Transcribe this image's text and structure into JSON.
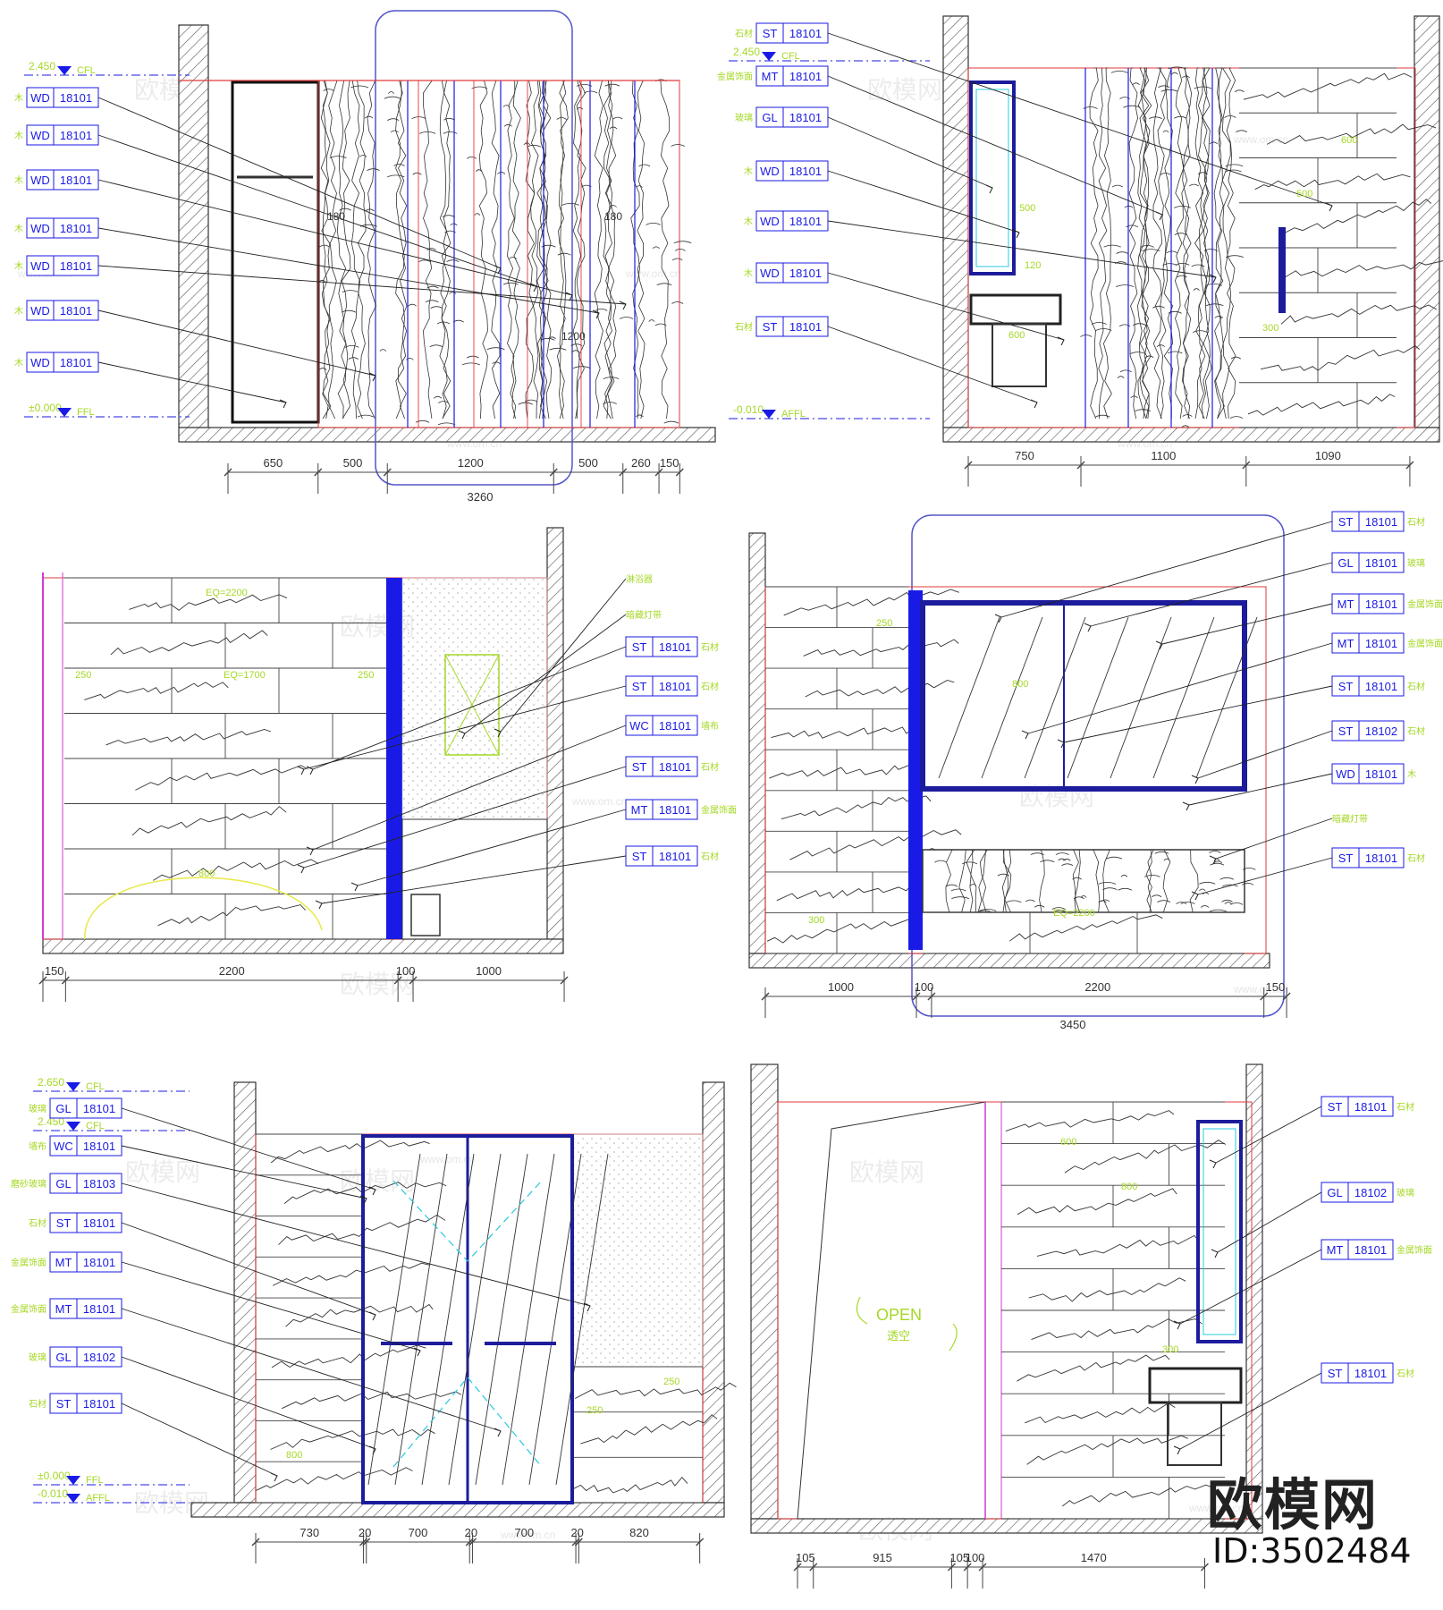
{
  "watermark": {
    "brand": "欧模网",
    "id": "ID:3502484",
    "faint": "欧模网",
    "url": "www.om.cn"
  },
  "colors": {
    "wall": "#333333",
    "red": "#e23a3a",
    "blue": "#1a1ae6",
    "navy": "#1c1c9c",
    "green": "#a6d826",
    "magenta": "#d23ad2",
    "cyan": "#28c8e0",
    "yellow": "#e8e848",
    "grey": "#555555",
    "dim": "#f2a02a"
  },
  "panels": [
    {
      "id": "p1",
      "levels": [
        {
          "value": "2.450",
          "tag": "CFL"
        },
        {
          "value": "±0.000",
          "tag": "FFL"
        }
      ],
      "tags": [
        {
          "prefix": "木",
          "code": "WD",
          "num": "18101",
          "suffix": ""
        },
        {
          "prefix": "木",
          "code": "WD",
          "num": "18101",
          "suffix": ""
        },
        {
          "prefix": "木",
          "code": "WD",
          "num": "18101",
          "suffix": ""
        },
        {
          "prefix": "木",
          "code": "WD",
          "num": "18101",
          "suffix": ""
        },
        {
          "prefix": "木",
          "code": "WD",
          "num": "18101",
          "suffix": ""
        },
        {
          "prefix": "木",
          "code": "WD",
          "num": "18101",
          "suffix": ""
        },
        {
          "prefix": "木",
          "code": "WD",
          "num": "18101",
          "suffix": ""
        }
      ],
      "dims": [
        "650",
        "500",
        "1200",
        "500",
        "260",
        "150"
      ],
      "total": "3260",
      "notes": [
        "180",
        "180",
        "1200"
      ]
    },
    {
      "id": "p2",
      "levels": [
        {
          "value": "2.450",
          "tag": "CFL"
        },
        {
          "value": "-0.010",
          "tag": "AFFL"
        }
      ],
      "tags": [
        {
          "prefix": "石材",
          "code": "ST",
          "num": "18101",
          "suffix": ""
        },
        {
          "prefix": "金属饰面",
          "code": "MT",
          "num": "18101",
          "suffix": ""
        },
        {
          "prefix": "玻璃",
          "code": "GL",
          "num": "18101",
          "suffix": ""
        },
        {
          "prefix": "木",
          "code": "WD",
          "num": "18101",
          "suffix": ""
        },
        {
          "prefix": "木",
          "code": "WD",
          "num": "18101",
          "suffix": ""
        },
        {
          "prefix": "木",
          "code": "WD",
          "num": "18101",
          "suffix": ""
        },
        {
          "prefix": "石材",
          "code": "ST",
          "num": "18101",
          "suffix": ""
        }
      ],
      "dims": [
        "750",
        "1100",
        "1090"
      ],
      "notes": [
        "600",
        "500",
        "500",
        "120",
        "300",
        "600"
      ]
    },
    {
      "id": "p3",
      "tags": [
        {
          "prefix": "",
          "code": "",
          "num": "",
          "suffix": "淋浴器"
        },
        {
          "prefix": "",
          "code": "",
          "num": "",
          "suffix": "暗藏灯带"
        },
        {
          "prefix": "",
          "code": "ST",
          "num": "18101",
          "suffix": "石材"
        },
        {
          "prefix": "",
          "code": "ST",
          "num": "18101",
          "suffix": "石材"
        },
        {
          "prefix": "",
          "code": "WC",
          "num": "18101",
          "suffix": "墙布"
        },
        {
          "prefix": "",
          "code": "ST",
          "num": "18101",
          "suffix": "石材"
        },
        {
          "prefix": "",
          "code": "MT",
          "num": "18101",
          "suffix": "金属饰面"
        },
        {
          "prefix": "",
          "code": "ST",
          "num": "18101",
          "suffix": "石材"
        }
      ],
      "dims": [
        "150",
        "2200",
        "100",
        "1000"
      ],
      "notes": [
        "EQ=2200",
        "250",
        "EQ=1700",
        "250",
        "800"
      ]
    },
    {
      "id": "p4",
      "tags": [
        {
          "prefix": "",
          "code": "ST",
          "num": "18101",
          "suffix": "石材"
        },
        {
          "prefix": "",
          "code": "GL",
          "num": "18101",
          "suffix": "玻璃"
        },
        {
          "prefix": "",
          "code": "MT",
          "num": "18101",
          "suffix": "金属饰面"
        },
        {
          "prefix": "",
          "code": "MT",
          "num": "18101",
          "suffix": "金属饰面"
        },
        {
          "prefix": "",
          "code": "ST",
          "num": "18101",
          "suffix": "石材"
        },
        {
          "prefix": "",
          "code": "ST",
          "num": "18102",
          "suffix": "石材"
        },
        {
          "prefix": "",
          "code": "WD",
          "num": "18101",
          "suffix": "木"
        },
        {
          "prefix": "",
          "code": "",
          "num": "",
          "suffix": "暗藏灯带"
        },
        {
          "prefix": "",
          "code": "ST",
          "num": "18101",
          "suffix": "石材"
        }
      ],
      "dims": [
        "1000",
        "100",
        "2200",
        "150"
      ],
      "total": "3450",
      "notes": [
        "250",
        "800",
        "EQ=2200",
        "300"
      ]
    },
    {
      "id": "p5",
      "levels": [
        {
          "value": "2.650",
          "tag": "CFL"
        },
        {
          "value": "2.450",
          "tag": "CFL"
        },
        {
          "value": "±0.000",
          "tag": "FFL"
        },
        {
          "value": "-0.010",
          "tag": "AFFL"
        }
      ],
      "tags": [
        {
          "prefix": "玻璃",
          "code": "GL",
          "num": "18101",
          "suffix": ""
        },
        {
          "prefix": "墙布",
          "code": "WC",
          "num": "18101",
          "suffix": ""
        },
        {
          "prefix": "磨砂玻璃",
          "code": "GL",
          "num": "18103",
          "suffix": ""
        },
        {
          "prefix": "石材",
          "code": "ST",
          "num": "18101",
          "suffix": ""
        },
        {
          "prefix": "金属饰面",
          "code": "MT",
          "num": "18101",
          "suffix": ""
        },
        {
          "prefix": "金属饰面",
          "code": "MT",
          "num": "18101",
          "suffix": ""
        },
        {
          "prefix": "玻璃",
          "code": "GL",
          "num": "18102",
          "suffix": ""
        },
        {
          "prefix": "石材",
          "code": "ST",
          "num": "18101",
          "suffix": ""
        }
      ],
      "dims": [
        "730",
        "20",
        "700",
        "20",
        "700",
        "20",
        "820"
      ],
      "notes": [
        "250",
        "250",
        "800"
      ]
    },
    {
      "id": "p6",
      "tags": [
        {
          "prefix": "",
          "code": "ST",
          "num": "18101",
          "suffix": "石材"
        },
        {
          "prefix": "",
          "code": "GL",
          "num": "18102",
          "suffix": "玻璃"
        },
        {
          "prefix": "",
          "code": "MT",
          "num": "18101",
          "suffix": "金属饰面"
        },
        {
          "prefix": "",
          "code": "ST",
          "num": "18101",
          "suffix": "石材"
        }
      ],
      "dims": [
        "105",
        "915",
        "105",
        "100",
        "1470"
      ],
      "open": "OPEN",
      "open_cn": "透空",
      "notes": [
        "600",
        "800",
        "300"
      ]
    }
  ]
}
